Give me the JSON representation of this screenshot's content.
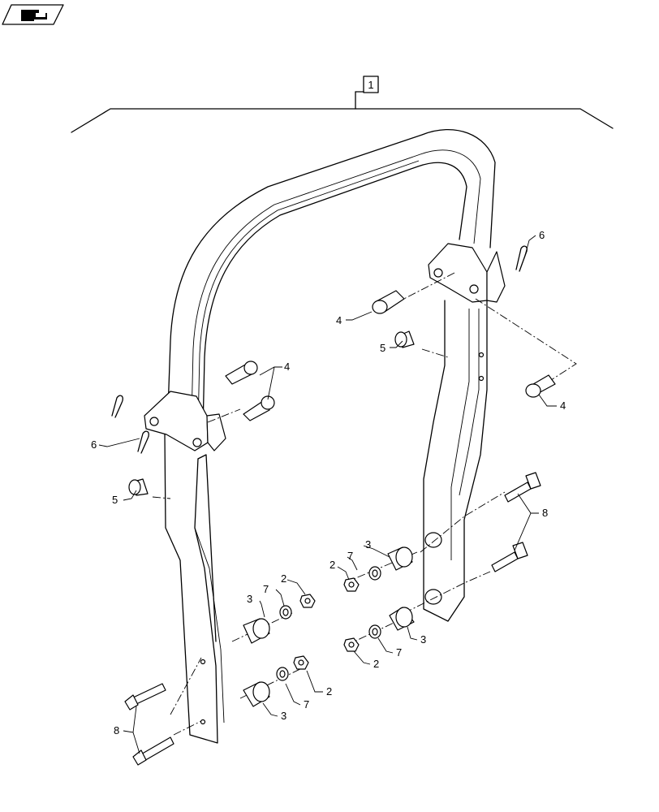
{
  "toolbar": {
    "icon": "hand-pointer-icon"
  },
  "assembly_label": "1",
  "callouts": {
    "c2a": "2",
    "c2b": "2",
    "c2c": "2",
    "c2d": "2",
    "c3a": "3",
    "c3b": "3",
    "c3c": "3",
    "c3d": "3",
    "c4a": "4",
    "c4b": "4",
    "c4c": "4",
    "c5a": "5",
    "c5b": "5",
    "c6a": "6",
    "c6b": "6",
    "c7a": "7",
    "c7b": "7",
    "c7c": "7",
    "c7d": "7",
    "c8a": "8",
    "c8b": "8"
  }
}
